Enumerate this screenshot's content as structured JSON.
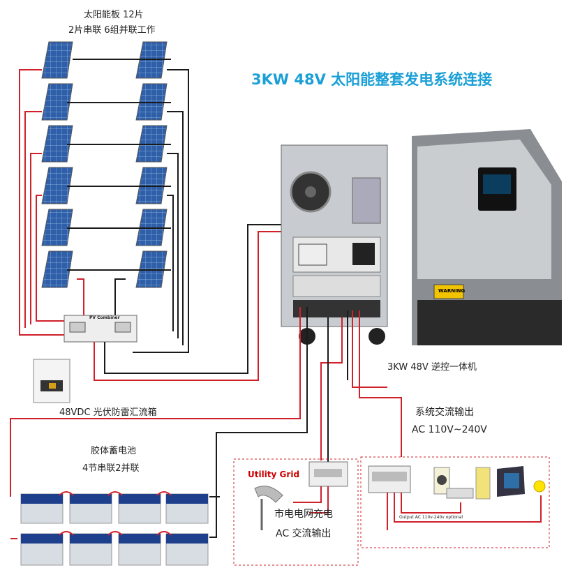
{
  "title": "3KW 48V 太阳能整套发电系统连接",
  "panels": {
    "line1": "太阳能板 12片",
    "line2": "2片串联 6组并联工作"
  },
  "combiner_box": {
    "caption": "48VDC 光伏防雷汇流箱",
    "label": "PV Combiner"
  },
  "inverter": {
    "caption": "3KW 48V 逆控一体机",
    "warning": "WARNING"
  },
  "battery": {
    "line1": "胶体蓄电池",
    "line2": "4节串联2并联"
  },
  "ac_output": {
    "line1": "系统交流输出",
    "line2": "AC 110V~240V",
    "note": "Output AC 110v-240v optional"
  },
  "grid": {
    "label": "Utility Grid",
    "line1": "市电电网充电",
    "line2": "AC 交流输出"
  },
  "colors": {
    "title": "#1a9fd6",
    "positive_wire": "#d0202a",
    "negative_wire": "#1a1a1a",
    "panel_blue": "#2f5fa8",
    "battery_blue": "#1d3f8c",
    "dashed_box": "#d0202a"
  }
}
